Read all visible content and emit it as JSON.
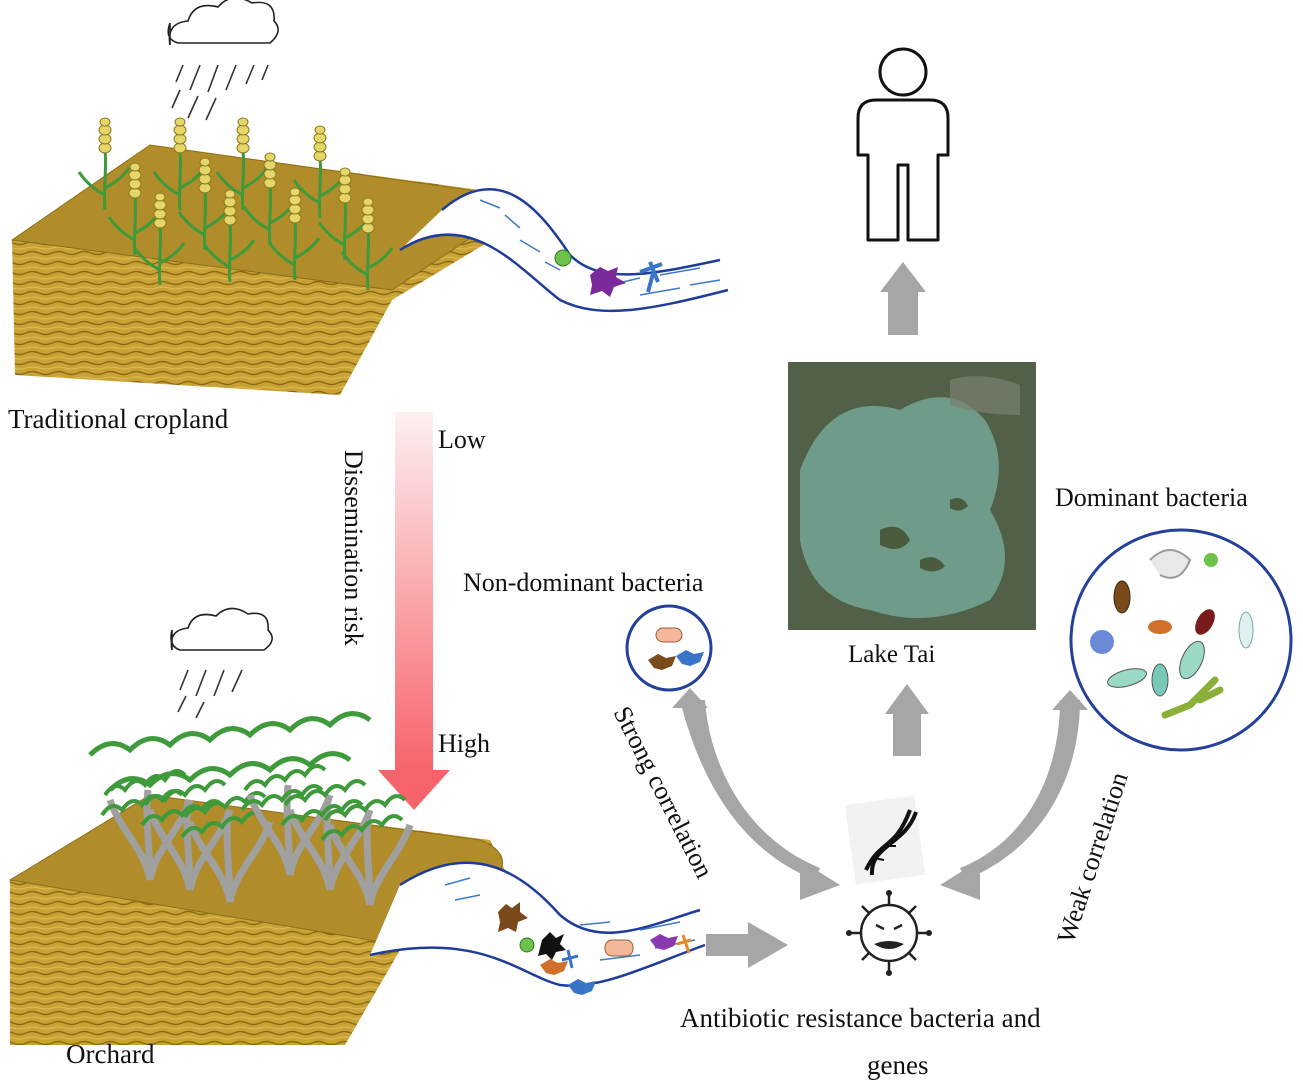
{
  "labels": {
    "traditional_cropland": "Traditional cropland",
    "orchard": "Orchard",
    "low": "Low",
    "high": "High",
    "dissemination_risk": "Dissemination risk",
    "lake_tai": "Lake Tai",
    "non_dominant_bacteria": "Non-dominant bacteria",
    "dominant_bacteria": "Dominant bacteria",
    "strong_correlation": "Strong correlation",
    "weak_correlation": "Weak correlation",
    "arb_line1": "Antibiotic resistance bacteria and",
    "arb_line2": "genes"
  },
  "colors": {
    "soil_top": "#b08d2a",
    "soil_side": "#c6a032",
    "soil_texture": "#8f6f18",
    "plant_green": "#3e9a3a",
    "grain_yellow": "#e6d66a",
    "water_blue": "#1f3c9a",
    "lake_water": "#6f9c8a",
    "land_green": "#55644a",
    "risk_low": "#fbe9ea",
    "risk_high": "#f7636b",
    "grey_arrow": "#a6a6a6",
    "bacteria_circle": "#24419a"
  },
  "icons": {
    "rain": "rain-cloud-icon",
    "human": "human-silhouette-icon",
    "dna": "dna-helix-icon",
    "virus": "virus-face-icon"
  }
}
